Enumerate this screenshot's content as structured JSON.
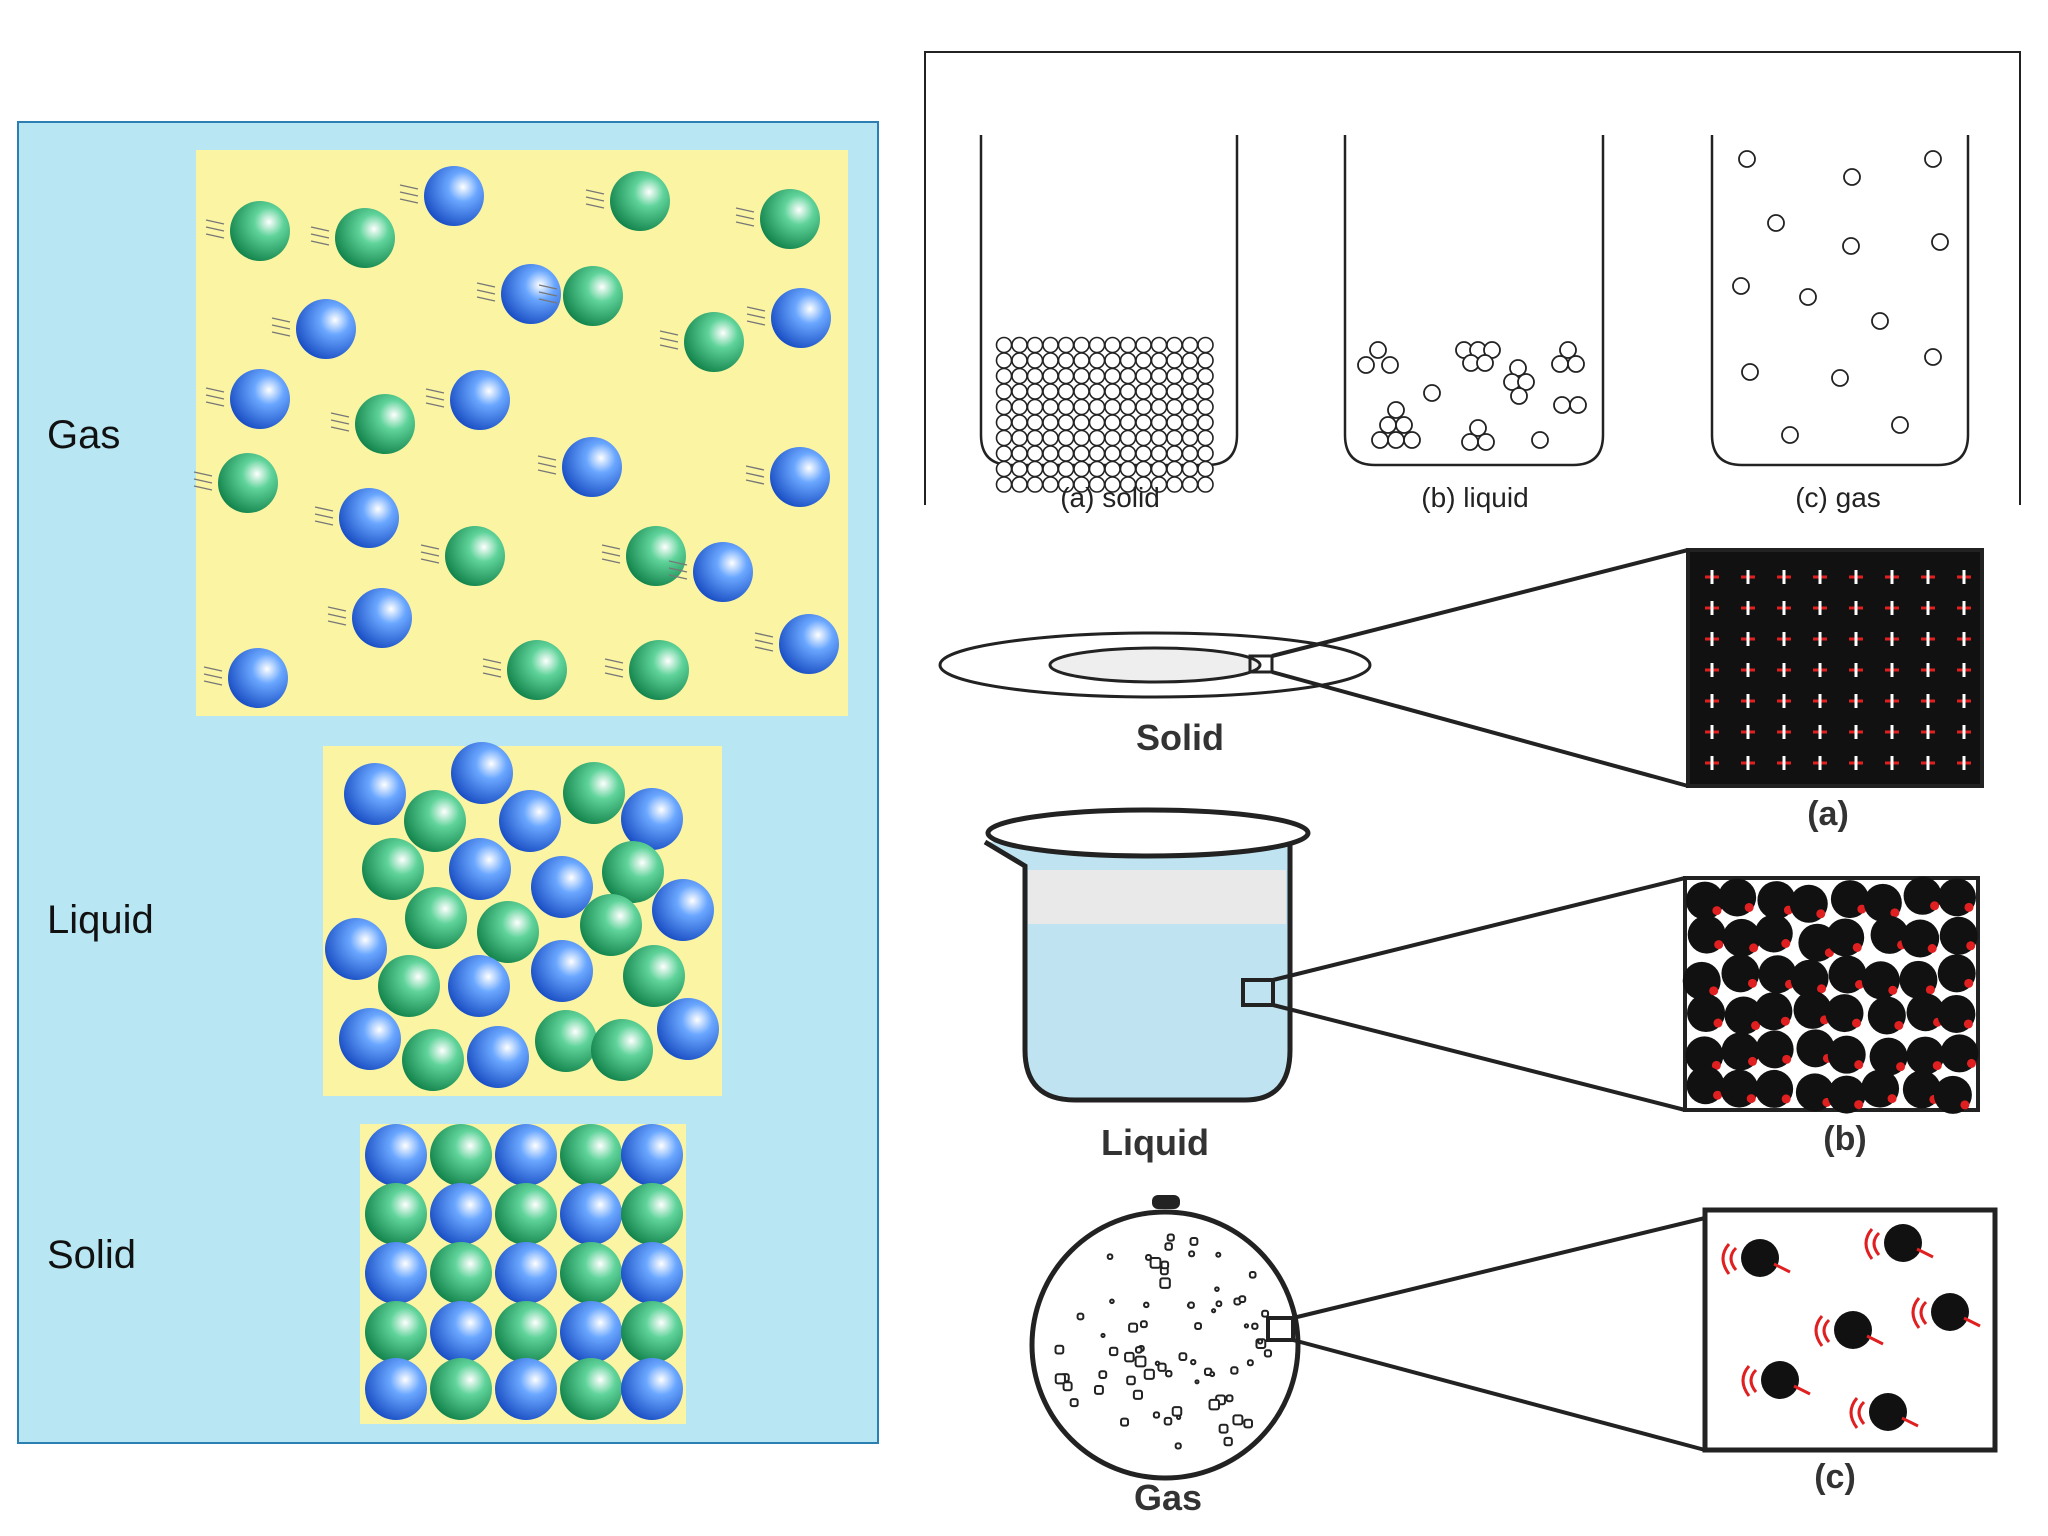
{
  "left_panel": {
    "labels": {
      "gas": "Gas",
      "liquid": "Liquid",
      "solid": "Solid"
    },
    "colors": {
      "background": "#b8e6f2",
      "box": "#fbf4a3",
      "blue": "#1f5fd1",
      "green": "#1f9a5a"
    }
  },
  "containers": {
    "captions": {
      "solid": "(a) solid",
      "liquid": "(b) liquid",
      "gas": "(c) gas"
    }
  },
  "zoom": {
    "labels": {
      "solid": "Solid",
      "liquid": "Liquid",
      "gas": "Gas"
    },
    "captions": {
      "a": "(a)",
      "b": "(b)",
      "c": "(c)"
    },
    "colors": {
      "particle": "#111111",
      "motion": "#e02020",
      "liquid": "#bfe3f0"
    }
  }
}
